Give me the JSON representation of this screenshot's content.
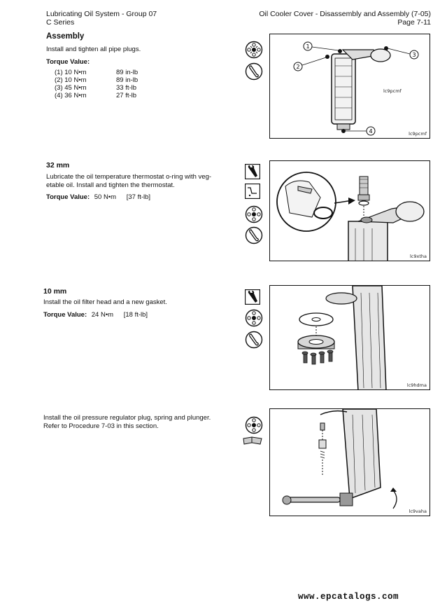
{
  "header": {
    "left_line1": "Lubricating Oil System - Group 07",
    "left_line2": "C Series",
    "right_line1": "Oil Cooler Cover - Disassembly and Assembly (7-05)",
    "right_line2": "Page 7-11"
  },
  "step1": {
    "title": "Assembly",
    "text": "Install and tighten all pipe plugs.",
    "torque_label": "Torque Value:",
    "torque_rows": [
      {
        "id": "(1)",
        "metric": "10 N•m",
        "imperial": "89 in-lb"
      },
      {
        "id": "(2)",
        "metric": "10 N•m",
        "imperial": "89 in-lb"
      },
      {
        "id": "(3)",
        "metric": "45 N•m",
        "imperial": "33 ft-lb"
      },
      {
        "id": "(4)",
        "metric": "36 N•m",
        "imperial": "27 ft-lb"
      }
    ],
    "figure_label_top": "lc9pcmf",
    "figure_label_bottom": "lc9pcmf",
    "callouts": [
      "1",
      "2",
      "3",
      "4"
    ]
  },
  "step2": {
    "title": "32 mm",
    "text_line1": "Lubricate the oil temperature thermostat o-ring with veg-",
    "text_line2": "etable oil. Install and tighten the thermostat.",
    "torque_label": "Torque Value:",
    "torque_value": "50 N•m",
    "torque_imperial": "[37 ft-lb]",
    "figure_label": "lc9xtha"
  },
  "step3": {
    "title": "10 mm",
    "text": "Install the oil filter head and a new gasket.",
    "torque_label": "Torque Value:",
    "torque_value": "24 N•m",
    "torque_imperial": "[18 ft-lb]",
    "figure_label": "lc9hdma"
  },
  "step4": {
    "text_line1": "Install the oil pressure regulator plug, spring and plunger.",
    "text_line2": "Refer to Procedure 7-03 in this section.",
    "figure_label": "lc9vaha"
  },
  "footer": {
    "url": "www.epcatalogs.com"
  }
}
